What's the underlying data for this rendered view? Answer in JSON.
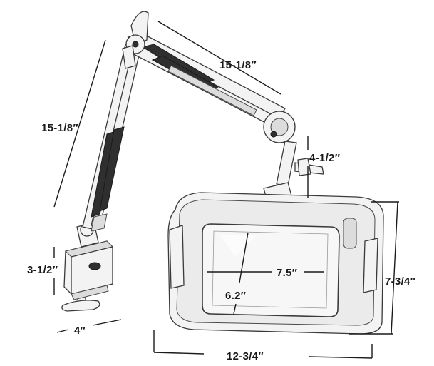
{
  "dimensions": {
    "upper_arm": "15-1/8″",
    "lower_arm": "15-1/8″",
    "head_height": "4-1/2″",
    "clamp_height": "3-1/2″",
    "clamp_width": "4″",
    "lens_width": "7.5″",
    "lens_height": "6.2″",
    "head_height_total": "7-3/4″",
    "head_width": "12-3/4″"
  }
}
